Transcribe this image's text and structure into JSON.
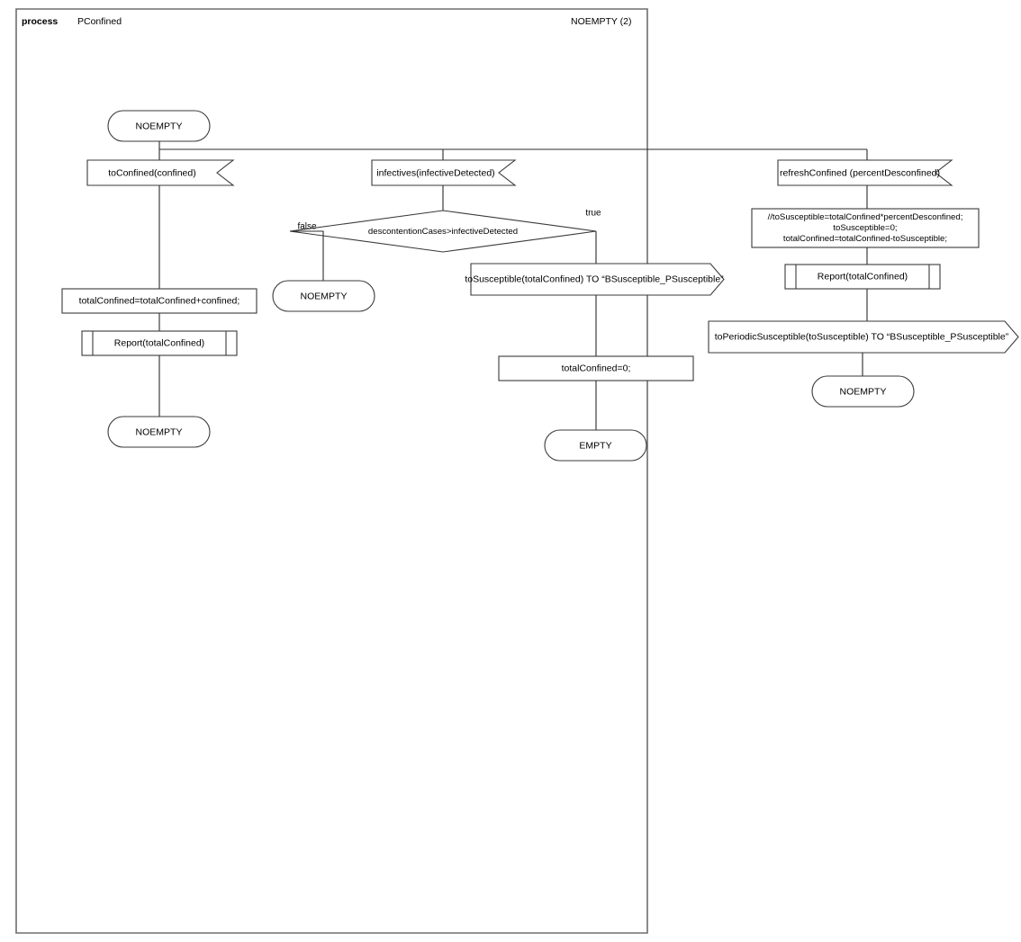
{
  "header": {
    "keyword": "process",
    "name": "PConfined",
    "scope_label": "NOEMPTY (2)"
  },
  "diagram": {
    "type": "sdl-process",
    "start_state": {
      "label": "NOEMPTY"
    },
    "branches": [
      {
        "id": "branch-confined",
        "input_signal": "toConfined(confined)",
        "task": "totalConfined=totalConfined+confined;",
        "procedure_call": "Report(totalConfined)",
        "next_state": "NOEMPTY"
      },
      {
        "id": "branch-infectives",
        "input_signal": "infectives(infectiveDetected)",
        "decision": "descontentionCases>infectiveDetected",
        "branch_false_label": "false",
        "branch_true_label": "true",
        "false_next_state": "NOEMPTY",
        "true_output_signal": "toSusceptible(totalConfined) TO “BSusceptible_PSusceptible”",
        "true_task": "totalConfined=0;",
        "true_next_state": "EMPTY"
      },
      {
        "id": "branch-refresh",
        "input_signal": "refreshConfined (percentDesconfined)",
        "task_lines": [
          "//toSusceptible=totalConfined*percentDesconfined;",
          "toSusceptible=0;",
          "totalConfined=totalConfined-toSusceptible;"
        ],
        "procedure_call": "Report(totalConfined)",
        "output_signal": "toPeriodicSusceptible(toSusceptible) TO “BSusceptible_PSusceptible”",
        "next_state": "NOEMPTY"
      }
    ],
    "colors": {
      "stroke": "#3a3a3a",
      "line": "#2b2b2b",
      "frame": "#6e6e6e",
      "fill": "#ffffff",
      "text": "#000000"
    }
  }
}
